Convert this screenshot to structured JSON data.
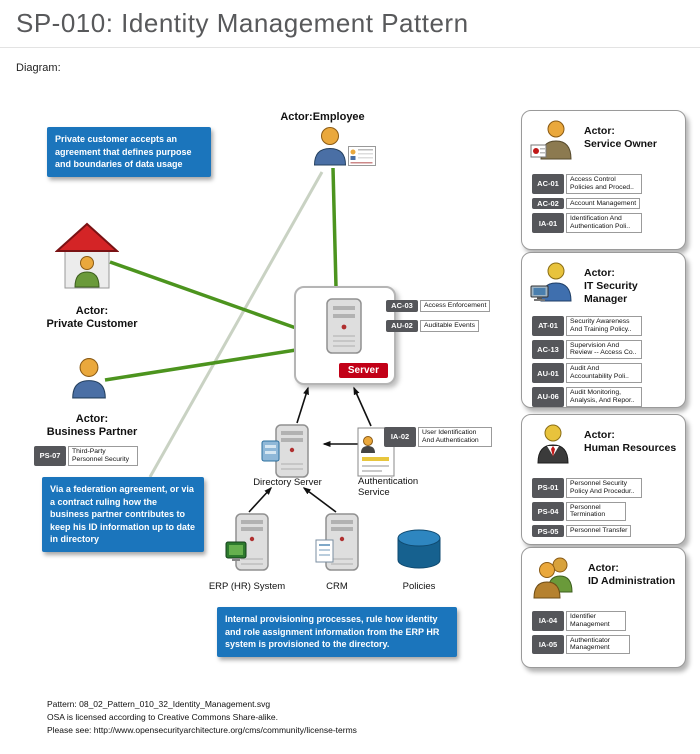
{
  "page": {
    "title": "SP-010: Identity Management Pattern",
    "subtitle": "Diagram:"
  },
  "callouts": [
    {
      "text": "Private customer  accepts an agreement that defines purpose and boundaries of data usage"
    },
    {
      "text": "Via a federation agreement, or via a contract ruling how the business partner contributes to keep his ID information  up to date in directory"
    },
    {
      "text": "Internal provisioning processes, rule how identity and role assignment information from the ERP HR system is provisioned to the directory."
    }
  ],
  "nodes": {
    "employee": {
      "label": "Actor:Employee"
    },
    "private_customer": {
      "label1": "Actor:",
      "label2": "Private Customer"
    },
    "business_partner": {
      "label1": "Actor:",
      "label2": "Business Partner",
      "control": {
        "code": "PS-07",
        "label": "Third-Party Personnel Security"
      }
    },
    "server": {
      "label": "Server",
      "controls": [
        {
          "code": "AC-03",
          "label": "Access Enforcement"
        },
        {
          "code": "AU-02",
          "label": "Auditable Events"
        }
      ]
    },
    "directory_server": {
      "label": "Directory Server"
    },
    "auth_service": {
      "label1": "Authentication",
      "label2": "Service",
      "control": {
        "code": "IA-02",
        "label": "User Identification And Authentication"
      }
    },
    "erp": {
      "label": "ERP  (HR) System"
    },
    "crm": {
      "label": "CRM"
    },
    "policies": {
      "label": "Policies"
    }
  },
  "actor_panels": [
    {
      "title1": "Actor:",
      "title2": "Service Owner",
      "controls": [
        {
          "code": "AC-01",
          "label": "Access Control Policies and Proced.."
        },
        {
          "code": "AC-02",
          "label": "Account Management"
        },
        {
          "code": "IA-01",
          "label": "Identification And Authentication Poli.."
        }
      ]
    },
    {
      "title1": "Actor:",
      "title2": "IT Security Manager",
      "controls": [
        {
          "code": "AT-01",
          "label": "Security Awareness And Training Policy.."
        },
        {
          "code": "AC-13",
          "label": "Supervision And Review -- Access Co.."
        },
        {
          "code": "AU-01",
          "label": "Audit And Accountability Poli.."
        },
        {
          "code": "AU-06",
          "label": "Audit Monitoring, Analysis, And Repor.."
        }
      ]
    },
    {
      "title1": "Actor:",
      "title2": "Human Resources",
      "controls": [
        {
          "code": "PS-01",
          "label": "Personnel Security Policy And Procedur.."
        },
        {
          "code": "PS-04",
          "label": "Personnel Termination"
        },
        {
          "code": "PS-05",
          "label": "Personnel Transfer"
        }
      ]
    },
    {
      "title1": "Actor:",
      "title2": "ID Administration",
      "controls": [
        {
          "code": "IA-04",
          "label": "Identifier Management"
        },
        {
          "code": "IA-05",
          "label": "Authenticator Management"
        }
      ]
    }
  ],
  "footer": {
    "line1": "Pattern: 08_02_Pattern_010_32_Identity_Management.svg",
    "line2": "OSA is licensed according to Creative Commons Share-alike.",
    "line3": "Please see: http://www.opensecurityarchitecture.org/cms/community/license-terms"
  },
  "colors": {
    "callout_bg": "#1b75bc",
    "server_badge_bg": "#c20017",
    "connector_green": "#4c941e",
    "control_code_bg": "#55565a",
    "title_gray": "#58595b"
  }
}
